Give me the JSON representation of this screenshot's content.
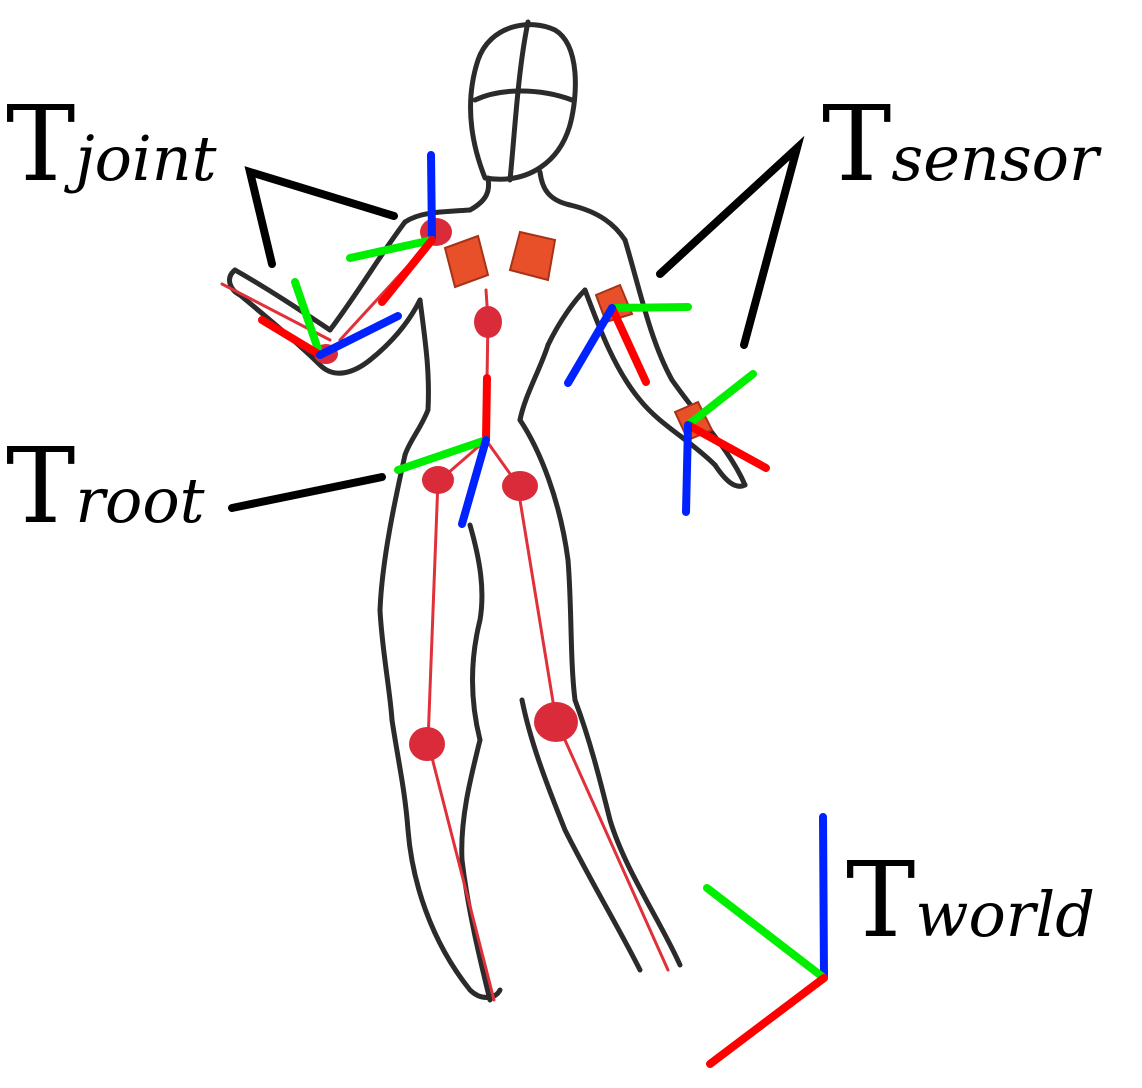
{
  "labels": {
    "joint": {
      "main": "T",
      "sub": "joint"
    },
    "sensor": {
      "main": "T",
      "sub": "sensor"
    },
    "root": {
      "main": "T",
      "sub": "root"
    },
    "world": {
      "main": "T",
      "sub": "world"
    }
  },
  "colors": {
    "outline": "#2b2b2b",
    "skeleton": "#e0303a",
    "joint_dot": "#d92b3a",
    "sensor": "#e8502a",
    "axis_x": "#ff0000",
    "axis_y": "#00ee00",
    "axis_z": "#0022ff",
    "leader": "#000000"
  }
}
